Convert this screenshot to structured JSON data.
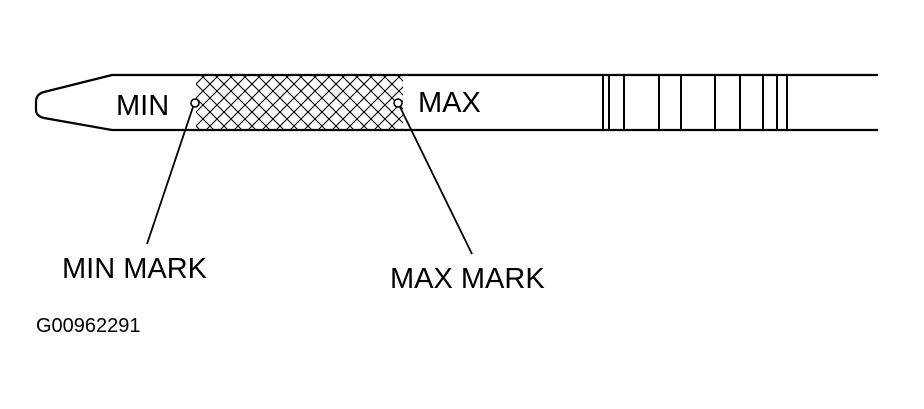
{
  "diagram": {
    "labels": {
      "min": "MIN",
      "max": "MAX",
      "min_mark": "MIN MARK",
      "max_mark": "MAX MARK",
      "figure_code": "G00962291"
    },
    "colors": {
      "ink": "#000000",
      "paper": "#ffffff"
    }
  }
}
